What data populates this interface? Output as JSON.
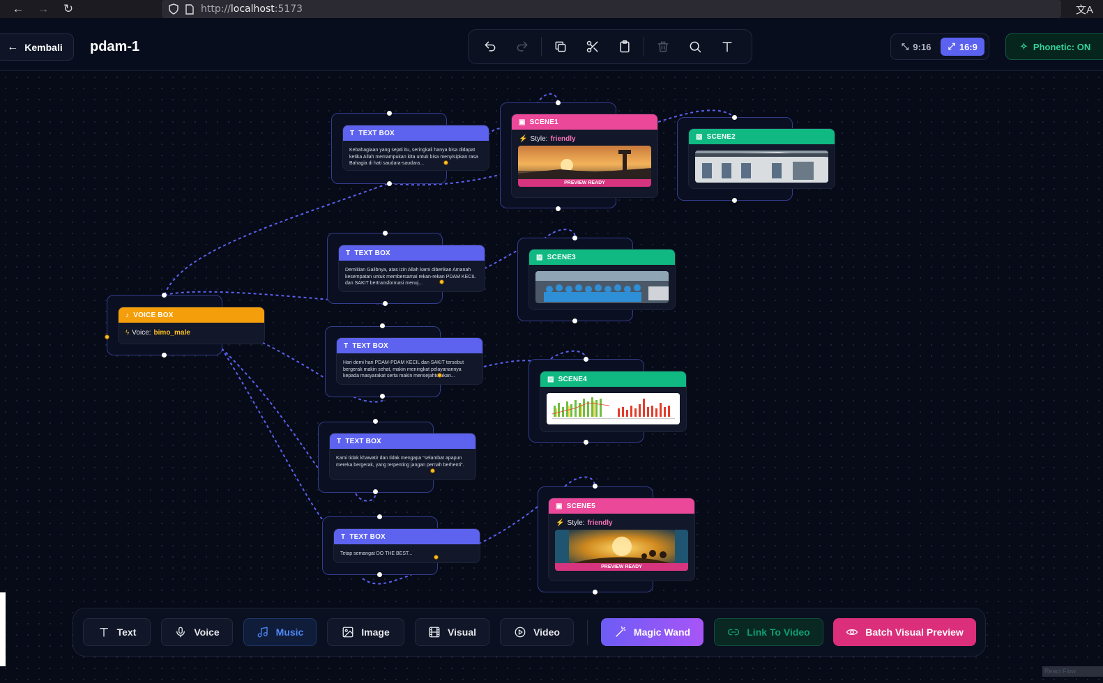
{
  "browser": {
    "url_protocol": "http://",
    "url_host": "localhost",
    "url_port": ":5173"
  },
  "header": {
    "back_label": "Kembali",
    "project_title": "pdam-1",
    "ratio_portrait": "9:16",
    "ratio_landscape": "16:9",
    "ratio_active": "16:9",
    "phonetic_label": "Phonetic: ON"
  },
  "toolbar": {
    "tools": [
      "undo-icon",
      "redo-icon",
      "copy-icon",
      "cut-icon",
      "paste-icon",
      "delete-icon",
      "search-icon",
      "text-icon"
    ]
  },
  "nodes": {
    "text1": {
      "title": "TEXT BOX",
      "body": "Kebahagiaan yang sejati itu, seringkali hanya bisa didapat ketika Allah memampukan kita untuk bisa menyisipkan rasa Bahagia di hati saudara-saudara..."
    },
    "text2": {
      "title": "TEXT BOX",
      "body": "Demikian Galibnya, atas izin Allah kami diberikan Amanah kesempatan untuk membersamai rekan-rekan PDAM KECIL dan SAKIT bertransformasi menuj..."
    },
    "text3": {
      "title": "TEXT BOX",
      "body": "Hari demi hari PDAM-PDAM KECIL dan SAKIT tersebut bergerak makin sehat, makin meningkat pelayanannya kepada masyarakat serta makin mensejahterakan..."
    },
    "text4": {
      "title": "TEXT BOX",
      "body": "Kami tidak khawatir dan tidak mengapa \"selambat apapun mereka bergerak, yang terpenting jangan pernah berhenti\"."
    },
    "text5": {
      "title": "TEXT BOX",
      "body": "Tetap semangat DO THE BEST..."
    },
    "voice": {
      "title": "VOICE BOX",
      "voice_label": "Voice:",
      "voice_value": "bimo_male"
    },
    "scene1": {
      "title": "SCENE1",
      "style_label": "Style:",
      "style_value": "friendly",
      "badge": "PREVIEW READY"
    },
    "scene2": {
      "title": "SCENE2"
    },
    "scene3": {
      "title": "SCENE3"
    },
    "scene4": {
      "title": "SCENE4"
    },
    "scene5": {
      "title": "SCENE5",
      "style_label": "Style:",
      "style_value": "friendly",
      "badge": "PREVIEW READY"
    }
  },
  "bottom_bar": {
    "text": "Text",
    "voice": "Voice",
    "music": "Music",
    "image": "Image",
    "visual": "Visual",
    "video": "Video",
    "magic_wand": "Magic Wand",
    "link_to_video": "Link To Video",
    "batch_visual_preview": "Batch Visual Preview"
  },
  "colors": {
    "text_node": "#5d63ef",
    "voice_node": "#f59e0b",
    "scene_visual": "#ec4899",
    "scene_image": "#10b981",
    "edge": "#5b62f0"
  },
  "watermark": "React Flow"
}
